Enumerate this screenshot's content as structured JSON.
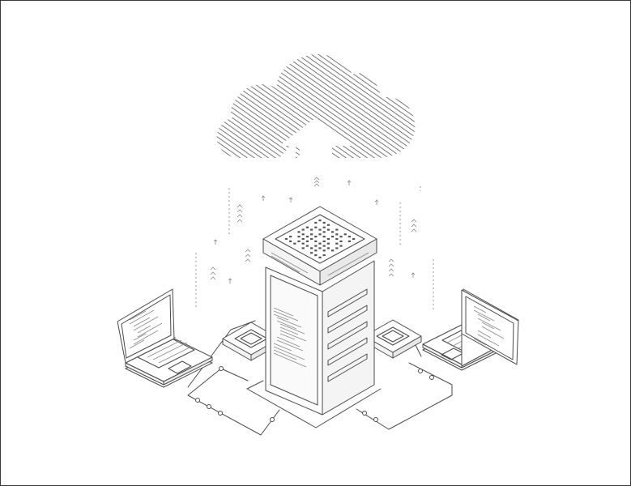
{
  "diagram": {
    "nodes": [
      {
        "id": "cloud",
        "kind": "cloud-upload"
      },
      {
        "id": "server",
        "kind": "server-tower"
      },
      {
        "id": "laptop-left",
        "kind": "laptop"
      },
      {
        "id": "laptop-right",
        "kind": "laptop"
      },
      {
        "id": "chip-left",
        "kind": "chip"
      },
      {
        "id": "chip-right",
        "kind": "chip"
      }
    ],
    "edges": [
      {
        "from": "laptop-left",
        "to": "server"
      },
      {
        "from": "laptop-right",
        "to": "server"
      },
      {
        "from": "server",
        "to": "cloud",
        "direction": "up"
      }
    ]
  },
  "colors": {
    "line": "#4a4a4a",
    "light_line": "#9a9a9a",
    "background": "#ffffff"
  }
}
